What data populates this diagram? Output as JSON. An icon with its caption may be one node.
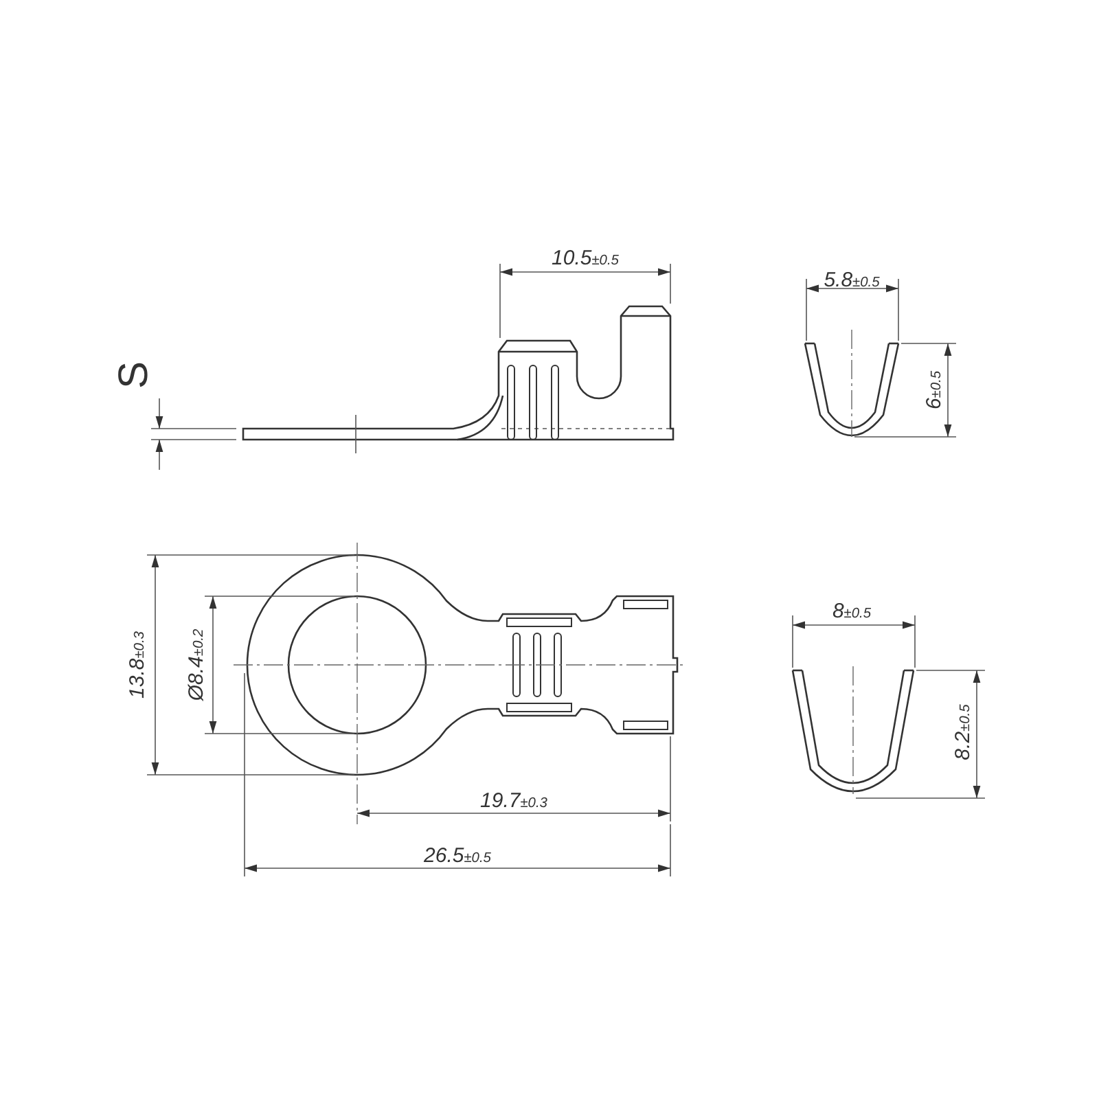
{
  "diagram": {
    "labels": [
      "10.5$_{±0.5}$",
      "5.8$_{±0.5}$",
      "S",
      "6$_{±0.5}$",
      "8$_{±0.5}$",
      "13.8$_{±0.3}$",
      "Ø8.4$_{±0.2}$",
      "8.2$_{±0.5}$",
      "19.7$_{±0.3}$",
      "26.5$_{±0.5}$"
    ]
  }
}
